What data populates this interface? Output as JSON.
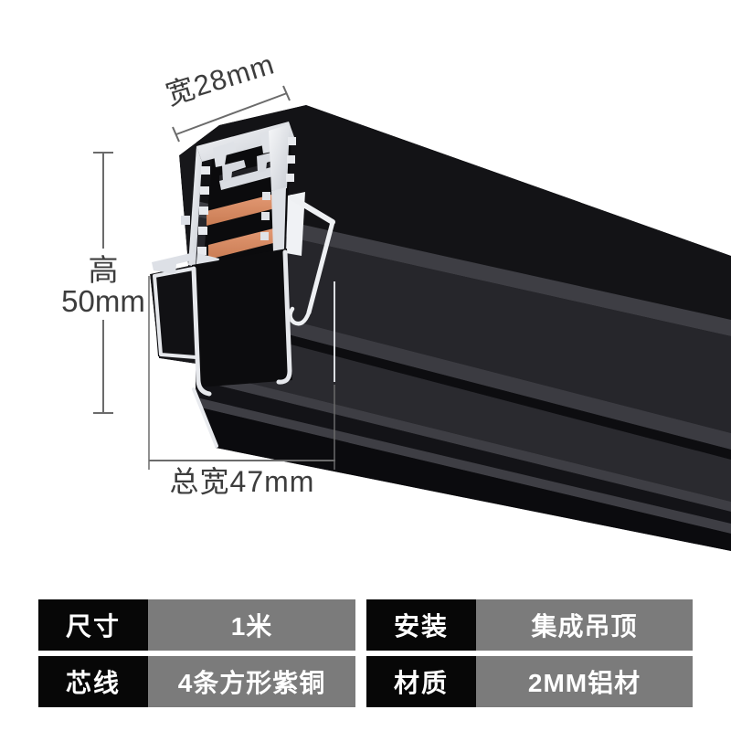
{
  "annotations": {
    "width": "宽28mm",
    "height_line1": "高",
    "height_line2": "50mm",
    "total_width": "总宽47mm"
  },
  "spec_tables": {
    "left": {
      "rows": [
        {
          "label": "尺寸",
          "value": "1米"
        },
        {
          "label": "芯线",
          "value": "4条方形紫铜"
        }
      ]
    },
    "right": {
      "rows": [
        {
          "label": "安装",
          "value": "集成吊顶"
        },
        {
          "label": "材质",
          "value": "2MM铝材"
        }
      ]
    }
  },
  "colors": {
    "background": "#ffffff",
    "rail_black": "#17171a",
    "copper": "#d2835b",
    "aluminum": "#e8eaee",
    "dimension_line": "#6b6b6b",
    "dimension_text": "#3d3d3d",
    "table_label_bg": "#070707",
    "table_value_bg": "#7b7b7b",
    "table_text": "#ffffff"
  }
}
